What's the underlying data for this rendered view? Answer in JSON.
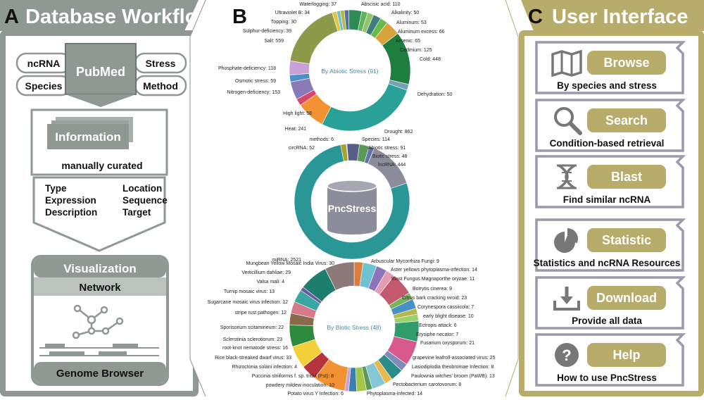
{
  "colors": {
    "gray": "#8f9892",
    "gray_dark": "#6e7873",
    "olive": "#b8ac6a",
    "olive_dark": "#a3975a",
    "card_border": "#9a9aaa",
    "accent": "#2b9d9a"
  },
  "panel_a": {
    "letter": "A",
    "title": "Database Workflow",
    "source_tags": [
      "ncRNA",
      "Stress",
      "Species",
      "Method"
    ],
    "pubmed": "PubMed",
    "info_title": "Information",
    "info_subtitle": "manually curated",
    "fields_left": [
      "Type",
      "Expression",
      "Description"
    ],
    "fields_right": [
      "Location",
      "Sequence",
      "Target"
    ],
    "viz_title": "Visualization",
    "network": "Network",
    "genome": "Genome Browser"
  },
  "panel_b": {
    "letter": "B",
    "db_label": "PncStress",
    "abiotic_center": "By Abiotic Stress (91)",
    "biotic_center": "By Biotic Stress (48)"
  },
  "panel_c": {
    "letter": "C",
    "title": "User Interface",
    "items": [
      {
        "icon": "map-icon",
        "button": "Browse",
        "desc": "By species and stress"
      },
      {
        "icon": "search-icon",
        "button": "Search",
        "desc": "Condition-based retrieval"
      },
      {
        "icon": "dna-icon",
        "button": "Blast",
        "desc": "Find similar ncRNA"
      },
      {
        "icon": "pie-chart-icon",
        "button": "Statistic",
        "desc": "Statistics and ncRNA Resources"
      },
      {
        "icon": "download-icon",
        "button": "Download",
        "desc": "Provide all data"
      },
      {
        "icon": "help-icon",
        "button": "Help",
        "desc": "How to use PncStress"
      }
    ]
  },
  "chart_data": [
    {
      "type": "pie",
      "center_label": "By Abiotic Stress (91)",
      "slices": [
        {
          "label": "Abscisic acid: 110",
          "value": 110,
          "color": "#2e8b57"
        },
        {
          "label": "Alkalinity: 50",
          "value": 50,
          "color": "#5fb35a"
        },
        {
          "label": "Aluminum: 53",
          "value": 53,
          "color": "#93c66b"
        },
        {
          "label": "Aluminum excess: 66",
          "value": 66,
          "color": "#3e7f7c"
        },
        {
          "label": "Arsenic: 65",
          "value": 65,
          "color": "#6ab94e"
        },
        {
          "label": "Cadmium: 125",
          "value": 125,
          "color": "#d7a33a"
        },
        {
          "label": "Cold: 448",
          "value": 448,
          "color": "#1e7e3e"
        },
        {
          "label": "Dehydration: 50",
          "value": 50,
          "color": "#7aa0b8"
        },
        {
          "label": "Drought: 862",
          "value": 862,
          "color": "#2aa198"
        },
        {
          "label": "Heat: 241",
          "value": 241,
          "color": "#f39232"
        },
        {
          "label": "High light: 58",
          "value": 58,
          "color": "#d9456b"
        },
        {
          "label": "Nitrogen-deficiency: 153",
          "value": 153,
          "color": "#8a7bb8"
        },
        {
          "label": "Osmotic stress: 59",
          "value": 59,
          "color": "#4a90c8"
        },
        {
          "label": "Phosphate-deficiency: 118",
          "value": 118,
          "color": "#c9a1d6"
        },
        {
          "label": "Salt: 559",
          "value": 559,
          "color": "#8c9a4a"
        },
        {
          "label": "Sulphur-deficiency: 39",
          "value": 39,
          "color": "#e3c44a"
        },
        {
          "label": "Topping: 30",
          "value": 30,
          "color": "#6dc2cf"
        },
        {
          "label": "Ultraviolet B: 34",
          "value": 34,
          "color": "#b8b84a"
        },
        {
          "label": "Waterlogging: 37",
          "value": 37,
          "color": "#5b6d9b"
        }
      ]
    },
    {
      "type": "pie",
      "center_label": "PncStress",
      "slices": [
        {
          "label": "methods: 6",
          "value": 6,
          "color": "#9ab0a6"
        },
        {
          "label": "Species: 114",
          "value": 114,
          "color": "#585d8a"
        },
        {
          "label": "Abiotic stress: 91",
          "value": 91,
          "color": "#5a9a58"
        },
        {
          "label": "Biotic stress: 48",
          "value": 48,
          "color": "#5f76a6"
        },
        {
          "label": "lncRNA: 444",
          "value": 444,
          "color": "#8c8c9a"
        },
        {
          "label": "miRNA: 2521",
          "value": 2521,
          "color": "#2a9796"
        },
        {
          "label": "circRNA: 52",
          "value": 52,
          "color": "#a9a233"
        }
      ]
    },
    {
      "type": "pie",
      "center_label": "By Biotic Stress (48)",
      "slices": [
        {
          "label": "Arbuscular Mycorrhiza Fungi: 9",
          "value": 9,
          "color": "#dd7d3a"
        },
        {
          "label": "Aster yellows phytoplasma-infection: 14",
          "value": 14,
          "color": "#6dc2cf"
        },
        {
          "label": "Blast Fungus Magnaporthe oryzae: 11",
          "value": 11,
          "color": "#8d73b8"
        },
        {
          "label": "Botrytis cinerea: 9",
          "value": 9,
          "color": "#e39bb4"
        },
        {
          "label": "Citrus bark cracking viroid: 23",
          "value": 23,
          "color": "#c45a6e"
        },
        {
          "label": "Corynespora cassiicola: 7",
          "value": 7,
          "color": "#77b55a"
        },
        {
          "label": "early blight disease: 10",
          "value": 10,
          "color": "#4a90c8"
        },
        {
          "label": "Ectropis attack: 6",
          "value": 6,
          "color": "#b8b84a"
        },
        {
          "label": "Erysiphe necator: 7",
          "value": 7,
          "color": "#9dcf6a"
        },
        {
          "label": "Fusarium oxysporum: 21",
          "value": 21,
          "color": "#2e9d6a"
        },
        {
          "label": "grapevine leafroll-associated virus: 25",
          "value": 25,
          "color": "#d9588e"
        },
        {
          "label": "Lasiodiplodia theobromae Infection: 8",
          "value": 8,
          "color": "#7f8ab8"
        },
        {
          "label": "Paulownia witches' broom (PaWB): 13",
          "value": 13,
          "color": "#2b8c8a"
        },
        {
          "label": "Pectobacterium carotovorum: 8",
          "value": 8,
          "color": "#e7b84a"
        },
        {
          "label": "Phytoplasma-infected: 14",
          "value": 14,
          "color": "#86c6d6"
        },
        {
          "label": "Potato virus Y Infection: 6",
          "value": 6,
          "color": "#5a9a58"
        },
        {
          "label": "powdery mildew inoculation: 10",
          "value": 10,
          "color": "#a3c64a"
        },
        {
          "label": "Puccinia striiformis f. sp. tritici (Pst): 8",
          "value": 8,
          "color": "#3a7fb0"
        },
        {
          "label": "Rhizoctonia solani infection: 4",
          "value": 4,
          "color": "#c9a1d6"
        },
        {
          "label": "Rice black-streaked dwarf virus: 33",
          "value": 33,
          "color": "#f39232"
        },
        {
          "label": "root-knot nematode stress: 16",
          "value": 16,
          "color": "#b8343c"
        },
        {
          "label": "Sclerotinia sclerotiorum: 23",
          "value": 23,
          "color": "#f3d03a"
        },
        {
          "label": "Sporisorium scitamineum: 22",
          "value": 22,
          "color": "#2e8b3e"
        },
        {
          "label": "stripe rust pathogen: 12",
          "value": 12,
          "color": "#8a6a4a"
        },
        {
          "label": "Sugarcane mosaic virus infection: 12",
          "value": 12,
          "color": "#d47a8a"
        },
        {
          "label": "Turnip mosaic virus: 13",
          "value": 13,
          "color": "#3aa6a0"
        },
        {
          "label": "Valsa mali: 4",
          "value": 4,
          "color": "#6a5aa0"
        },
        {
          "label": "Verticillium dahliae: 29",
          "value": 29,
          "color": "#1e7e6e"
        },
        {
          "label": "Mungbean Yellow Mosaic India Virus: 30",
          "value": 30,
          "color": "#8c7a7a"
        }
      ]
    }
  ]
}
